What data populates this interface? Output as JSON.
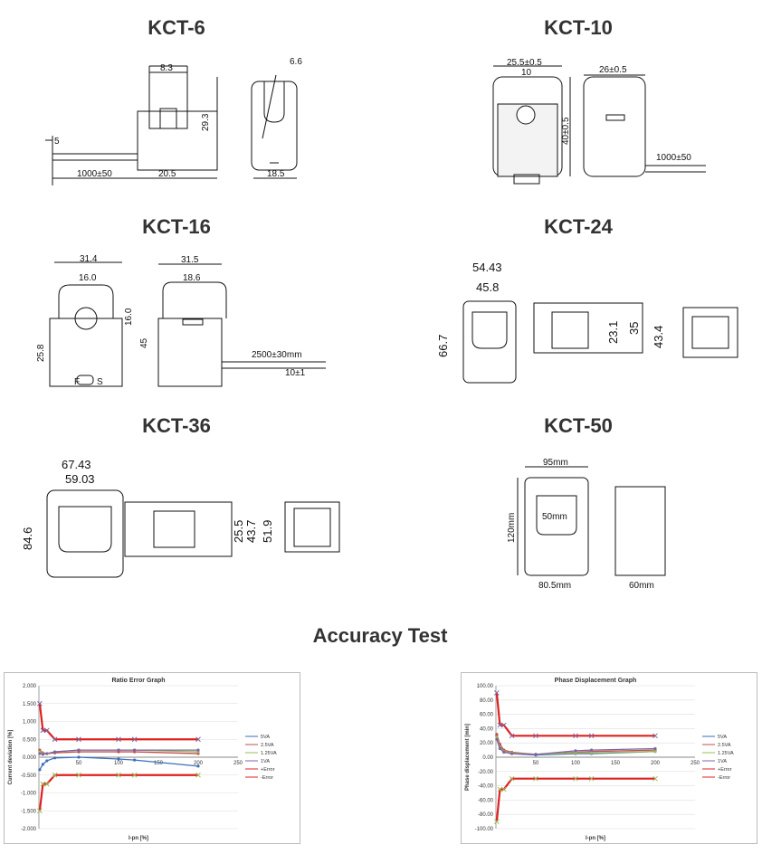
{
  "products": [
    {
      "title": "KCT-6",
      "dims": [
        "8.3",
        "29.3",
        "5",
        "1000±50",
        "20.5",
        "6.6",
        "18.5"
      ]
    },
    {
      "title": "KCT-10",
      "dims": [
        "25.5±0.5",
        "10",
        "40±0.5",
        "26±0.5",
        "1000±50"
      ]
    },
    {
      "title": "KCT-16",
      "dims": [
        "31.4",
        "16.0",
        "16.0",
        "25.8",
        "31.5",
        "18.6",
        "45",
        "2500±30mm",
        "10±1"
      ],
      "terminals": [
        "F",
        "S"
      ]
    },
    {
      "title": "KCT-24",
      "dims": [
        "54.43",
        "45.8",
        "66.7",
        "23.1",
        "35",
        "43.4"
      ]
    },
    {
      "title": "KCT-36",
      "dims": [
        "67.43",
        "59.03",
        "84.6",
        "25.5",
        "43.7",
        "51.9"
      ]
    },
    {
      "title": "KCT-50",
      "dims": [
        "95mm",
        "50mm",
        "120mm",
        "80.5mm",
        "60mm"
      ]
    }
  ],
  "section_title": "Accuracy Test",
  "chart_data": [
    {
      "type": "line",
      "title": "Ratio Error Graph",
      "xlabel": "I-pn [%]",
      "ylabel": "Current deviation [%]",
      "ylim": [
        -2.0,
        2.0
      ],
      "xlim": [
        0,
        250
      ],
      "yticks": [
        "2.000",
        "1.500",
        "1.000",
        "0.500",
        "0.000",
        "-0.500",
        "-1.000",
        "-1.500",
        "-2.000"
      ],
      "xticks": [
        "50",
        "100",
        "150",
        "200",
        "250"
      ],
      "x": [
        1,
        5,
        10,
        20,
        50,
        100,
        120,
        200
      ],
      "grid": true,
      "legend_position": "right",
      "series": [
        {
          "name": "5VA",
          "color": "#3a6fbf",
          "values": [
            -0.35,
            -0.2,
            -0.1,
            -0.02,
            0.0,
            -0.05,
            -0.08,
            -0.25
          ]
        },
        {
          "name": "2.5VA",
          "color": "#c0504d",
          "values": [
            0.2,
            0.12,
            0.1,
            0.12,
            0.15,
            0.15,
            0.15,
            0.1
          ]
        },
        {
          "name": "1.25VA",
          "color": "#9bbb59",
          "values": [
            0.15,
            0.1,
            0.1,
            0.15,
            0.2,
            0.2,
            0.2,
            0.15
          ]
        },
        {
          "name": "1VA",
          "color": "#8064a2",
          "values": [
            0.1,
            0.08,
            0.1,
            0.15,
            0.2,
            0.2,
            0.2,
            0.2
          ]
        },
        {
          "name": "+Error",
          "color": "#e02020",
          "values": [
            1.5,
            0.75,
            0.75,
            0.5,
            0.5,
            0.5,
            0.5,
            0.5
          ]
        },
        {
          "name": "-Error",
          "color": "#e02020",
          "values": [
            -1.5,
            -0.75,
            -0.75,
            -0.5,
            -0.5,
            -0.5,
            -0.5,
            -0.5
          ]
        }
      ]
    },
    {
      "type": "line",
      "title": "Phase Displacement Graph",
      "xlabel": "I-pn [%]",
      "ylabel": "Phase displacement [min]",
      "ylim": [
        -100,
        100
      ],
      "xlim": [
        0,
        250
      ],
      "yticks": [
        "100.00",
        "80.00",
        "60.00",
        "40.00",
        "20.00",
        "0.00",
        "-20.00",
        "-40.00",
        "-60.00",
        "-80.00",
        "-100.00"
      ],
      "xticks": [
        "50",
        "100",
        "150",
        "200",
        "250"
      ],
      "x": [
        1,
        5,
        10,
        20,
        50,
        100,
        120,
        200
      ],
      "grid": true,
      "legend_position": "right",
      "series": [
        {
          "name": "5VA",
          "color": "#3a6fbf",
          "values": [
            30,
            15,
            8,
            5,
            3,
            5,
            5,
            8
          ]
        },
        {
          "name": "2.5VA",
          "color": "#c0504d",
          "values": [
            32,
            18,
            10,
            7,
            4,
            7,
            8,
            10
          ]
        },
        {
          "name": "1.25VA",
          "color": "#9bbb59",
          "values": [
            28,
            14,
            8,
            6,
            4,
            6,
            6,
            8
          ]
        },
        {
          "name": "1VA",
          "color": "#8064a2",
          "values": [
            25,
            12,
            7,
            5,
            4,
            9,
            10,
            12
          ]
        },
        {
          "name": "+Error",
          "color": "#e02020",
          "values": [
            90,
            45,
            45,
            30,
            30,
            30,
            30,
            30
          ]
        },
        {
          "name": "-Error",
          "color": "#e02020",
          "values": [
            -90,
            -45,
            -45,
            -30,
            -30,
            -30,
            -30,
            -30
          ]
        }
      ]
    }
  ]
}
